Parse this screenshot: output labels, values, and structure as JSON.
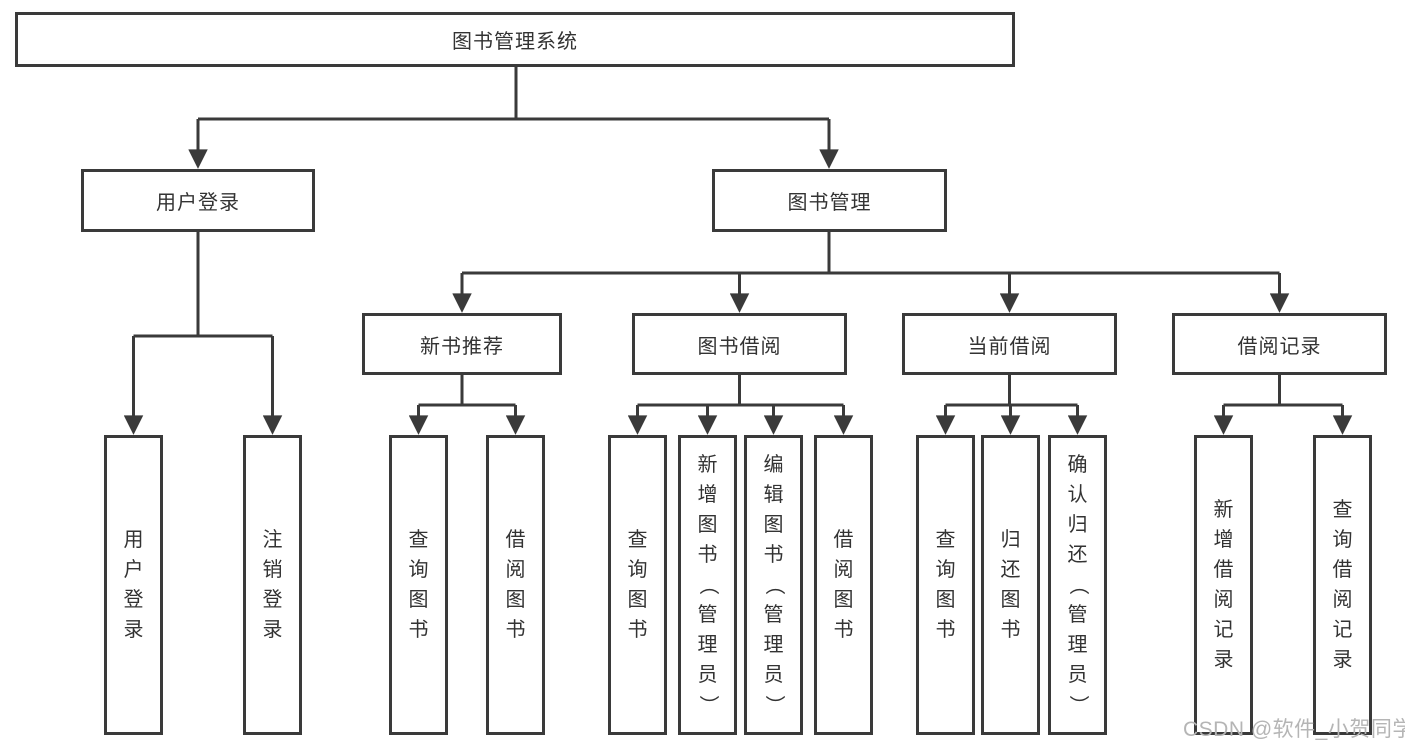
{
  "diagram": {
    "root": {
      "label": "图书管理系统"
    },
    "level2": [
      {
        "id": "user-login",
        "label": "用户登录"
      },
      {
        "id": "book-management",
        "label": "图书管理"
      }
    ],
    "level3": [
      {
        "id": "new-book-recommend",
        "label": "新书推荐",
        "parent": "图书管理"
      },
      {
        "id": "book-borrow",
        "label": "图书借阅",
        "parent": "图书管理"
      },
      {
        "id": "current-borrow",
        "label": "当前借阅",
        "parent": "图书管理"
      },
      {
        "id": "borrow-records",
        "label": "借阅记录",
        "parent": "图书管理"
      }
    ],
    "leaves": [
      {
        "label": "用户登录",
        "parent": "用户登录"
      },
      {
        "label": "注销登录",
        "parent": "用户登录"
      },
      {
        "label": "查询图书",
        "parent": "新书推荐"
      },
      {
        "label": "借阅图书",
        "parent": "新书推荐"
      },
      {
        "label": "查询图书",
        "parent": "图书借阅"
      },
      {
        "label": "新增图书（管理员）",
        "parent": "图书借阅"
      },
      {
        "label": "编辑图书（管理员）",
        "parent": "图书借阅"
      },
      {
        "label": "借阅图书",
        "parent": "图书借阅"
      },
      {
        "label": "查询图书",
        "parent": "当前借阅"
      },
      {
        "label": "归还图书",
        "parent": "当前借阅"
      },
      {
        "label": "确认归还（管理员）",
        "parent": "当前借阅"
      },
      {
        "label": "新增借阅记录",
        "parent": "借阅记录"
      },
      {
        "label": "查询借阅记录",
        "parent": "借阅记录"
      }
    ]
  },
  "watermark": {
    "text": "CSDN @软件_小贺同学"
  },
  "colors": {
    "line": "#3a3a3a",
    "text": "#333333",
    "watermark": "#b5b5b5",
    "background": "#ffffff"
  }
}
